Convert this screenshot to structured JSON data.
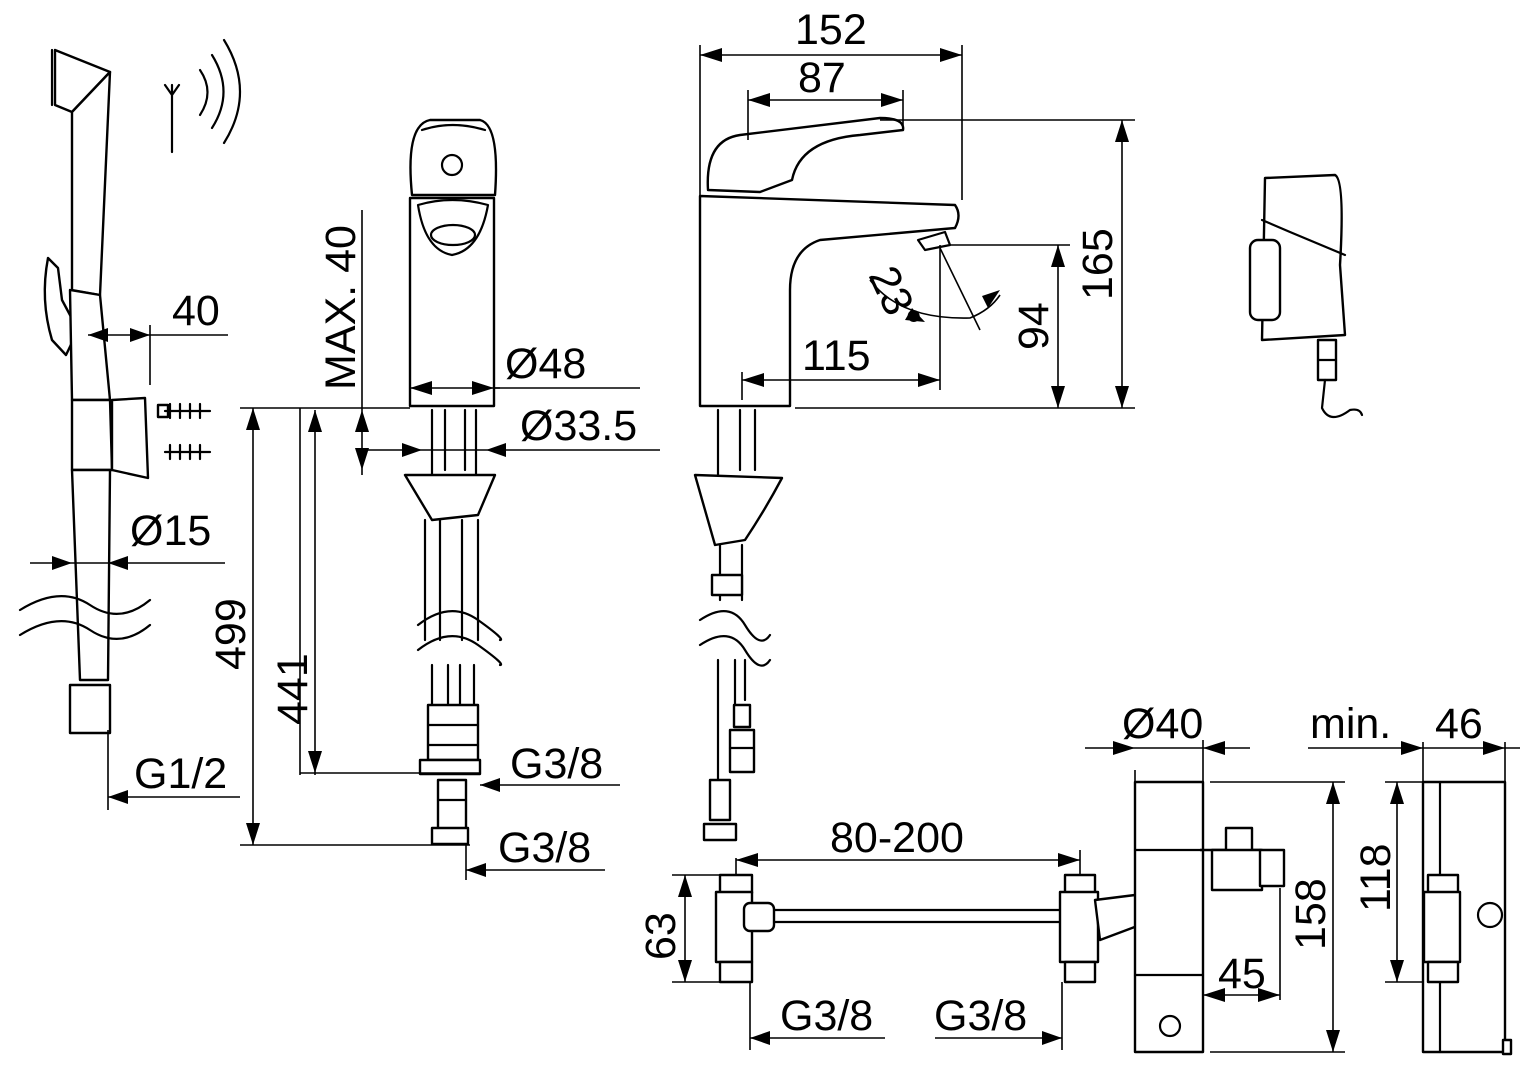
{
  "drawing": {
    "labels": {
      "d152": "152",
      "d87": "87",
      "d165": "165",
      "d94": "94",
      "d115": "115",
      "angle": "23°",
      "d40_top": "40",
      "max40": "MAX. 40",
      "dia48": "Ø48",
      "dia33": "Ø33.5",
      "dia15": "Ø15",
      "d499": "499",
      "d441": "441",
      "g12": "G1/2",
      "g38_a": "G3/8",
      "g38_b": "G3/8",
      "d80200": "80-200",
      "d63": "63",
      "g38_c": "G3/8",
      "g38_d": "G3/8",
      "dia40": "Ø40",
      "d158": "158",
      "d45": "45",
      "min": "min.",
      "d46": "46",
      "d118": "118"
    },
    "icons": {
      "wireless": "wireless-signal-icon",
      "antenna": "antenna-icon"
    },
    "colors": {
      "line": "#000000",
      "background": "#ffffff"
    }
  }
}
